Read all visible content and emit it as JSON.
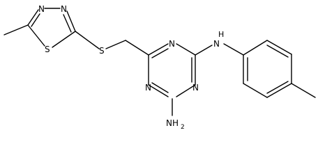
{
  "molecule": {
    "atoms": {
      "thiadiazole_n3": "N",
      "thiadiazole_n4": "N",
      "thiadiazole_s1": "S",
      "thioether_s": "S",
      "triazine_n_top": "N",
      "triazine_n_left": "N",
      "triazine_n_bottom": "N",
      "amine_nh": "N",
      "amine_h": "H",
      "amino_nh2": "NH",
      "amino_subscript": "2"
    }
  }
}
